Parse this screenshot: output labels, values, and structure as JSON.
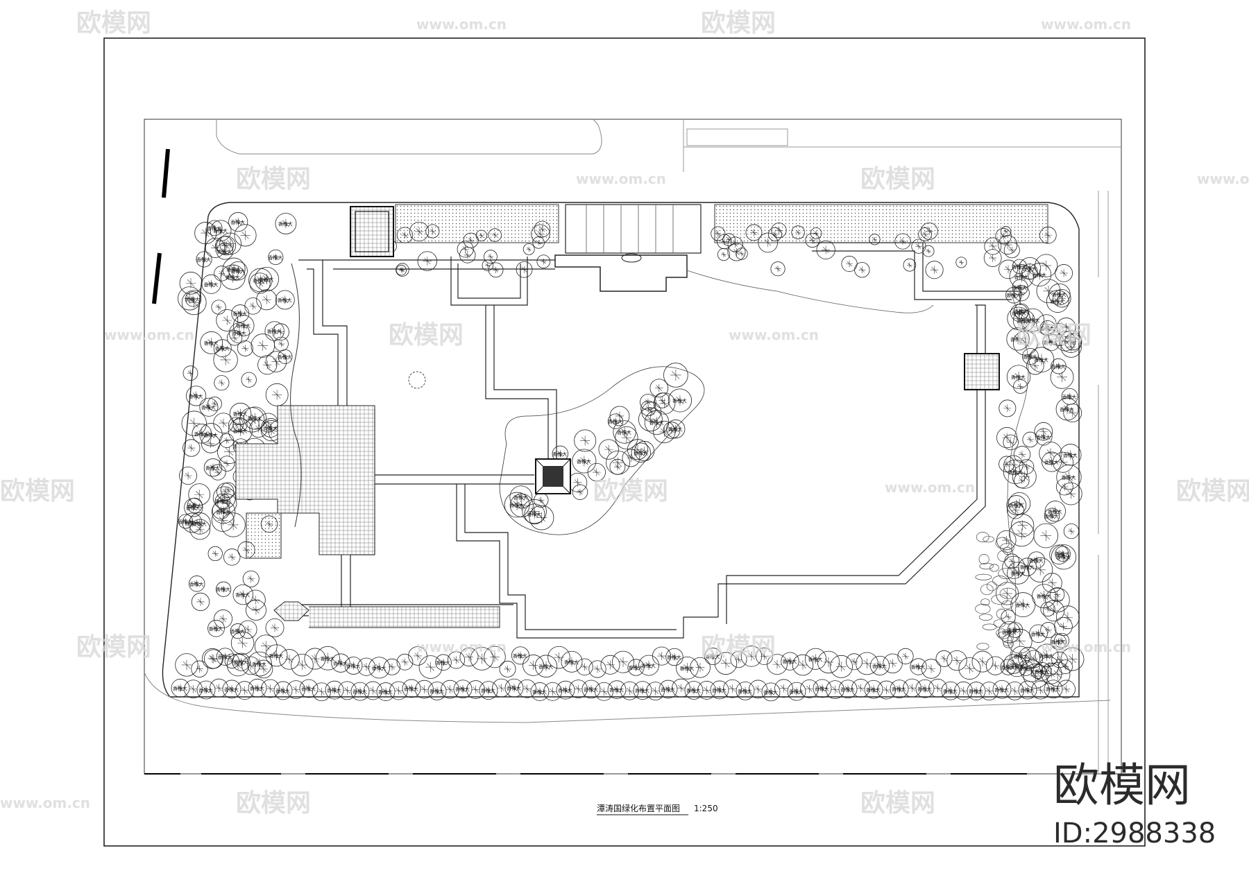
{
  "drawing": {
    "title": "潭涛国绿化布置平面图",
    "scale": "1:250"
  },
  "watermark": {
    "logo_text": "欧模网",
    "site_text": "www.om.cn",
    "site_text_short": "om.cn"
  },
  "brand": {
    "name": "欧模网",
    "id_label": "ID:2988338"
  },
  "plant_label": "香樟大",
  "colors": {
    "ink": "#111111",
    "watermark": "#d6d6d6",
    "paper": "#ffffff"
  }
}
